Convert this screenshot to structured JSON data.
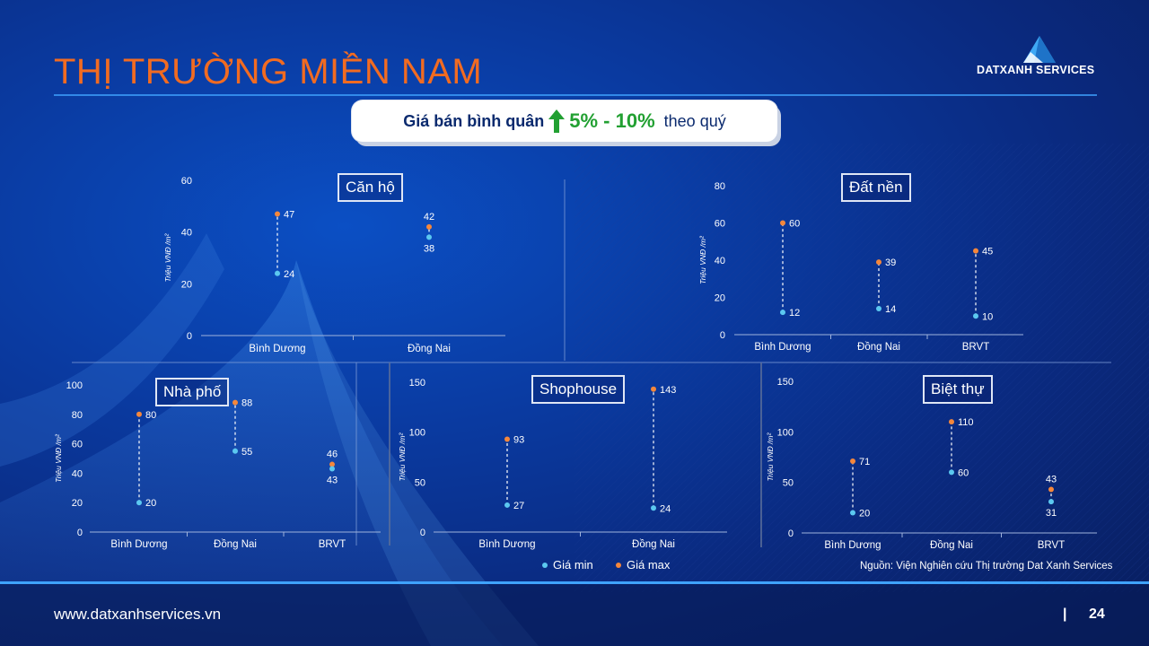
{
  "title": "THỊ TRƯỜNG MIỀN NAM",
  "brand": "DATXANH SERVICES",
  "headline": {
    "prefix": "Giá bán bình quân",
    "range": "5% - 10%",
    "suffix": "theo quý"
  },
  "footer": {
    "source": "Nguồn: Viện Nghiên cứu Thị trường Dat Xanh Services",
    "website": "www.datxanhservices.vn",
    "page_separator": "|",
    "page_number": "24"
  },
  "legend": {
    "min_label": "Giá min",
    "max_label": "Giá max"
  },
  "colors": {
    "accent_orange": "#f26b21",
    "min_dot": "#5bc8f0",
    "max_dot": "#f5873b",
    "green_arrow": "#22a032"
  },
  "chart_data": [
    {
      "type": "scatter",
      "title": "Căn hộ",
      "ylabel": "Triệu VNĐ /m²",
      "ylim": [
        0,
        60
      ],
      "yticks": [
        "0",
        "20",
        "40",
        "60"
      ],
      "categories": [
        "Bình Dương",
        "Đồng Nai"
      ],
      "series": [
        {
          "name": "Giá min",
          "values": [
            24,
            38
          ]
        },
        {
          "name": "Giá max",
          "values": [
            47,
            42
          ]
        }
      ]
    },
    {
      "type": "scatter",
      "title": "Đất nền",
      "ylabel": "Triệu VNĐ /m²",
      "ylim": [
        0,
        80
      ],
      "yticks": [
        "0",
        "20",
        "40",
        "60",
        "80"
      ],
      "categories": [
        "Bình Dương",
        "Đồng Nai",
        "BRVT"
      ],
      "series": [
        {
          "name": "Giá min",
          "values": [
            12,
            14,
            10
          ]
        },
        {
          "name": "Giá max",
          "values": [
            60,
            39,
            45
          ]
        }
      ]
    },
    {
      "type": "scatter",
      "title": "Nhà phố",
      "ylabel": "Triệu VNĐ /m²",
      "ylim": [
        0,
        100
      ],
      "yticks": [
        "0",
        "20",
        "40",
        "60",
        "80",
        "100"
      ],
      "categories": [
        "Bình Dương",
        "Đồng Nai",
        "BRVT"
      ],
      "series": [
        {
          "name": "Giá min",
          "values": [
            20,
            55,
            43
          ]
        },
        {
          "name": "Giá max",
          "values": [
            80,
            88,
            46
          ]
        }
      ]
    },
    {
      "type": "scatter",
      "title": "Shophouse",
      "ylabel": "Triệu VNĐ /m²",
      "ylim": [
        0,
        150
      ],
      "yticks": [
        "0",
        "50",
        "100",
        "150"
      ],
      "categories": [
        "Bình Dương",
        "Đồng Nai"
      ],
      "series": [
        {
          "name": "Giá min",
          "values": [
            27,
            24
          ]
        },
        {
          "name": "Giá max",
          "values": [
            93,
            143
          ]
        }
      ]
    },
    {
      "type": "scatter",
      "title": "Biệt thự",
      "ylabel": "Triệu VNĐ /m²",
      "ylim": [
        0,
        150
      ],
      "yticks": [
        "0",
        "50",
        "100",
        "150"
      ],
      "categories": [
        "Bình Dương",
        "Đồng Nai",
        "BRVT"
      ],
      "series": [
        {
          "name": "Giá min",
          "values": [
            20,
            60,
            31
          ]
        },
        {
          "name": "Giá max",
          "values": [
            71,
            110,
            43
          ]
        }
      ]
    }
  ]
}
